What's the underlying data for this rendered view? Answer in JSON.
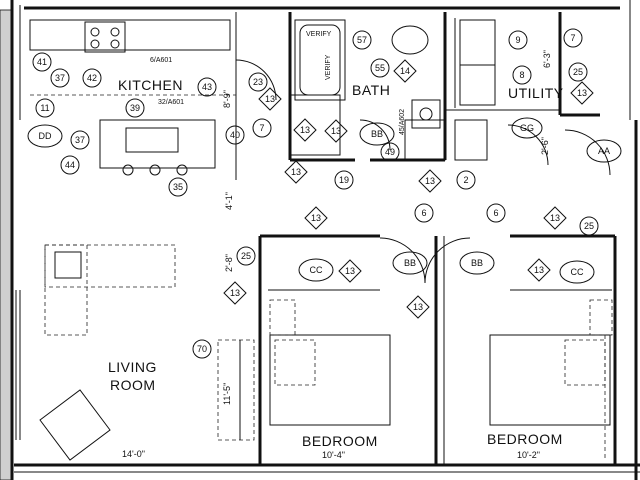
{
  "rooms": {
    "kitchen": "KITCHEN",
    "bath": "BATH",
    "utility": "UTILITY",
    "living_line1": "LIVING",
    "living_line2": "ROOM",
    "bedroom1": "BEDROOM",
    "bedroom1_dim": "10'-4\"",
    "bedroom2": "BEDROOM",
    "bedroom2_dim": "10'-2\""
  },
  "dimensions": {
    "living_width": "14'-0\"",
    "kitchen_depth": "8'-9\"",
    "kitchen_to_bed": "4'-1\"",
    "corridor": "2'-8\"",
    "closet_depth": "11'-5\"",
    "utility_dim": "6'-3\"",
    "utility_door": "2'-6\""
  },
  "annotations": {
    "ref_kitchen": "6/A601",
    "ref_island": "32/A601",
    "ref_bath": "45/A602",
    "verify1": "VERIFY",
    "verify2": "VERIFY"
  },
  "tags": {
    "t41": "41",
    "t37a": "37",
    "t42": "42",
    "t39": "39",
    "t43": "43",
    "t23": "23",
    "t11": "11",
    "t37b": "37",
    "t44": "44",
    "t35": "35",
    "t40": "40",
    "t7a": "7",
    "t57": "57",
    "t55": "55",
    "t9": "9",
    "t7b": "7",
    "t8": "8",
    "t25a": "25",
    "t49": "49",
    "t19": "19",
    "t2": "2",
    "t6a": "6",
    "t6b": "6",
    "t25b": "25",
    "t25c": "25",
    "t70": "70"
  },
  "diamonds": {
    "d13a": "13",
    "d13b": "13",
    "d13c": "13",
    "d13d": "13",
    "d13e": "13",
    "d13f": "13",
    "d13g": "13",
    "d13h": "13",
    "d13i": "13",
    "d13j": "13",
    "d13k": "13",
    "d13l": "13",
    "d14": "14"
  },
  "ovals": {
    "dd": "DD",
    "bb1": "BB",
    "gg": "GG",
    "aa": "AA",
    "cc1": "CC",
    "bb2": "BB",
    "bb3": "BB",
    "cc2": "CC"
  }
}
